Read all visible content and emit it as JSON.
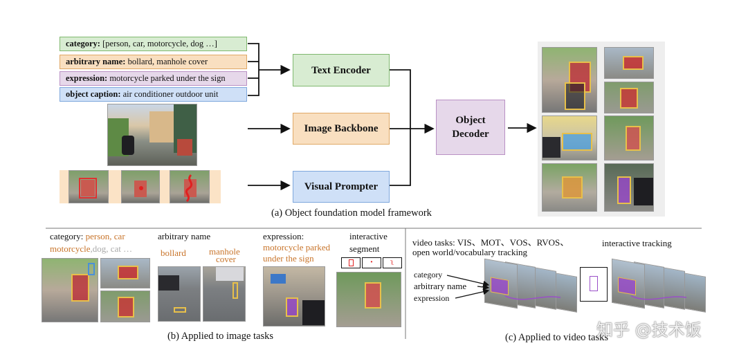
{
  "prompts": {
    "category": {
      "key": "category:",
      "value": " [person, car, motorcycle, dog …]"
    },
    "arbitrary": {
      "key": "arbitrary name:",
      "value": " bollard, manhole cover"
    },
    "expression": {
      "key": "expression:",
      "value": " motorcycle parked under the sign"
    },
    "caption": {
      "key": "object caption:",
      "value": " air conditioner outdoor unit"
    }
  },
  "modules": {
    "text_encoder": "Text Encoder",
    "image_backbone": "Image Backbone",
    "visual_prompter": "Visual Prompter",
    "object_decoder_1": "Object",
    "object_decoder_2": "Decoder"
  },
  "captions": {
    "a": "(a) Object foundation model framework",
    "b": "(b) Applied to image tasks",
    "c": "(c) Applied to video tasks"
  },
  "panel_b": {
    "category_label": "category: ",
    "category_values_1": "person, car",
    "category_values_2": "motorcycle",
    "category_values_3": ",dog, cat …",
    "arbitrary_label": "arbitrary name",
    "bollard": "bollard",
    "manhole_1": "manhole",
    "manhole_2": "cover",
    "expression_label": "expression:",
    "expression_value_1": "motorcycle parked",
    "expression_value_2": "under the sign",
    "interactive_1": "interactive",
    "interactive_2": "segment",
    "icon_dot": "·",
    "icon_squiggle": "ʅ"
  },
  "panel_c": {
    "video_tasks_1": "video tasks: VIS、MOT、VOS、RVOS、",
    "video_tasks_2": "open world/vocabulary tracking",
    "interactive_tracking": "interactive tracking",
    "in_category": "category",
    "in_arbitrary": "arbitrary name",
    "in_expression": "expression"
  },
  "watermark": "知乎 @技术饭",
  "colors": {
    "category": "#d8ecd2",
    "arbitrary": "#f9dfc0",
    "expression": "#e6d8ea",
    "caption": "#cfe0f7",
    "text_encoder": "#d8ecd2",
    "image_backbone": "#f9dfc0",
    "visual_prompter": "#cfe0f7",
    "object_decoder": "#e6d8ea",
    "orange_text": "#c8742a",
    "highlight_box": "#e8c04a",
    "segment_purple": "#9a4fc8"
  }
}
